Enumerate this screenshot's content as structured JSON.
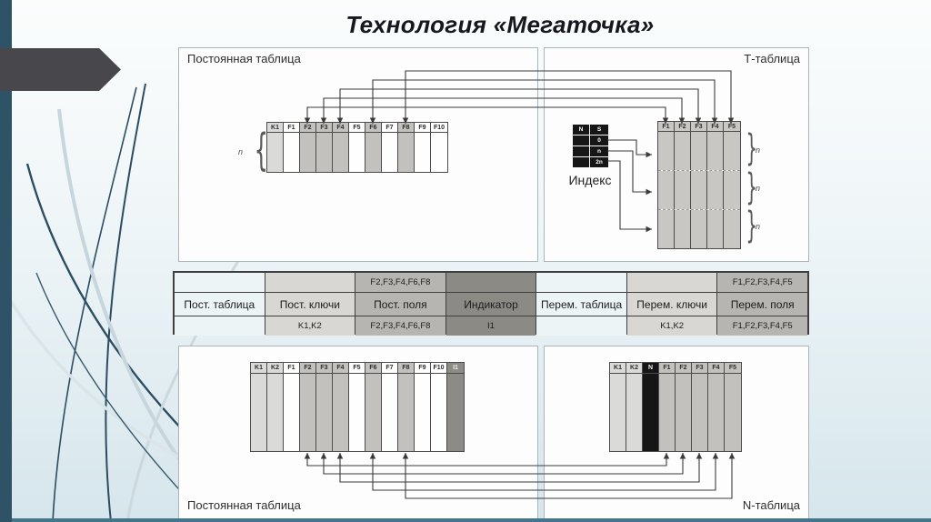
{
  "slide": {
    "title": "Технология «Мегаточка»"
  },
  "colors": {
    "accent_bar": "#2F5366",
    "bottom_strip": "#44758A",
    "decor_arrow": "#48484C",
    "key_shade": "#DADAD9",
    "field_shade": "#C2C1BE",
    "indicator_shade": "#8C8B87",
    "n_column": "#161616",
    "t_table_body": "#C8C7C4",
    "map_blue": "#EDF4F6",
    "map_light": "#D8D7D3",
    "map_mid": "#B7B5B1",
    "map_dark": "#8B8A85"
  },
  "top_left_panel": {
    "label": "Постоянная таблица",
    "brace_label": "n",
    "header_cells": [
      "K1",
      "F1",
      "F2",
      "F3",
      "F4",
      "F5",
      "F6",
      "F7",
      "F8",
      "F9",
      "F10"
    ]
  },
  "top_right_panel": {
    "label": "Т-таблица",
    "header_cells": [
      "F1",
      "F2",
      "F3",
      "F4",
      "F5"
    ],
    "brace_labels": [
      "n",
      "n",
      "n"
    ],
    "index": {
      "caption": "Индекс",
      "col_headers": [
        "N",
        "S"
      ],
      "rows": [
        "0",
        "n",
        "2n"
      ]
    }
  },
  "mapping_table": {
    "columns": [
      {
        "top": "",
        "label": "Пост. таблица",
        "bottom": ""
      },
      {
        "top": "",
        "label": "Пост. ключи",
        "bottom": "K1,K2"
      },
      {
        "top": "F2,F3,F4,F6,F8",
        "label": "Пост. поля",
        "bottom": "F2,F3,F4,F6,F8"
      },
      {
        "top": "",
        "label": "Индикатор",
        "bottom": "I1"
      },
      {
        "top": "",
        "label": "Перем. таблица",
        "bottom": ""
      },
      {
        "top": "",
        "label": "Перем. ключи",
        "bottom": "K1,K2"
      },
      {
        "top": "F1,F2,F3,F4,F5",
        "label": "Перем. поля",
        "bottom": "F1,F2,F3,F4,F5"
      }
    ]
  },
  "bottom_left_panel": {
    "label": "Постоянная таблица",
    "header_cells": [
      "K1",
      "K2",
      "F1",
      "F2",
      "F3",
      "F4",
      "F5",
      "F6",
      "F7",
      "F8",
      "F9",
      "F10",
      "I1"
    ]
  },
  "bottom_right_panel": {
    "label": "N-таблица",
    "header_cells": [
      "K1",
      "K2",
      "N",
      "F1",
      "F2",
      "F3",
      "F4",
      "F5"
    ]
  }
}
